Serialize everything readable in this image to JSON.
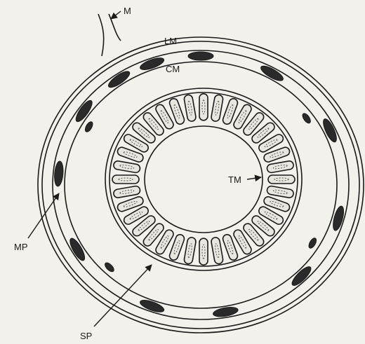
{
  "labels": {
    "m": "M",
    "lm": "LM",
    "cm": "CM",
    "tm": "TM",
    "mp": "MP",
    "sp": "SP"
  },
  "colors": {
    "ink": "#1a1a1a",
    "paper": "#f3f1ec",
    "ganglion": "#2a2a2a",
    "mucosa_fill": "#e9e6df"
  }
}
